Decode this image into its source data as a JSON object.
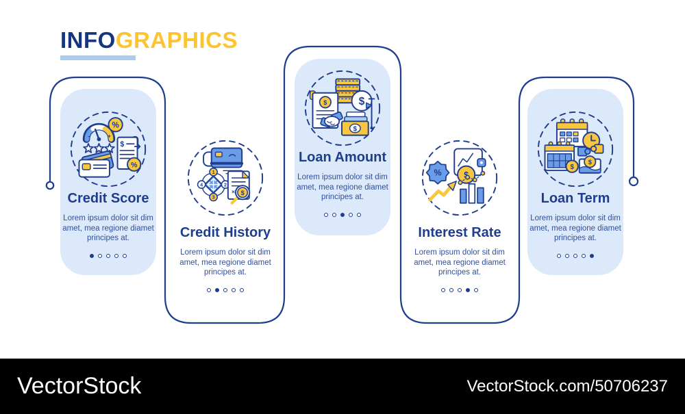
{
  "header": {
    "title_part1": "INFO",
    "title_part2": "GRAPHICS"
  },
  "glyphs": {
    "dollar": "$",
    "percent": "%",
    "plus": "+",
    "minus": "-",
    "one": "1",
    "two": "2",
    "three": "3",
    "four": "4",
    "times": "×"
  },
  "cards": [
    {
      "title": "Credit Score",
      "body": "Lorem ipsum dolor sit dim amet, mea regione diamet principes at.",
      "icon": "credit-score-icon",
      "variant": "filled",
      "dots_total": 5,
      "active_dot": 0
    },
    {
      "title": "Credit History",
      "body": "Lorem ipsum dolor sit dim amet, mea regione diamet principes at.",
      "icon": "credit-history-icon",
      "variant": "outline",
      "dots_total": 5,
      "active_dot": 1
    },
    {
      "title": "Loan Amount",
      "body": "Lorem ipsum dolor sit dim amet, mea regione diamet principes at.",
      "icon": "loan-amount-icon",
      "variant": "filled",
      "dots_total": 5,
      "active_dot": 2
    },
    {
      "title": "Interest Rate",
      "body": "Lorem ipsum dolor sit dim amet, mea regione diamet principes at.",
      "icon": "interest-rate-icon",
      "variant": "outline",
      "dots_total": 5,
      "active_dot": 3
    },
    {
      "title": "Loan Term",
      "body": "Lorem ipsum dolor sit dim amet, mea regione diamet principes at.",
      "icon": "loan-term-icon",
      "variant": "filled",
      "dots_total": 5,
      "active_dot": 4
    }
  ],
  "watermark": {
    "brand": "VectorStock",
    "url_text": "VectorStock.com/50706237"
  },
  "colors": {
    "navy": "#1e3d8d",
    "yellow": "#f9c640",
    "card_blue": "#dce9fa",
    "mid_blue": "#6b9ce8",
    "underline_blue": "#a9cdf0",
    "watermark_bg": "#000000",
    "watermark_text": "#ffffff"
  }
}
